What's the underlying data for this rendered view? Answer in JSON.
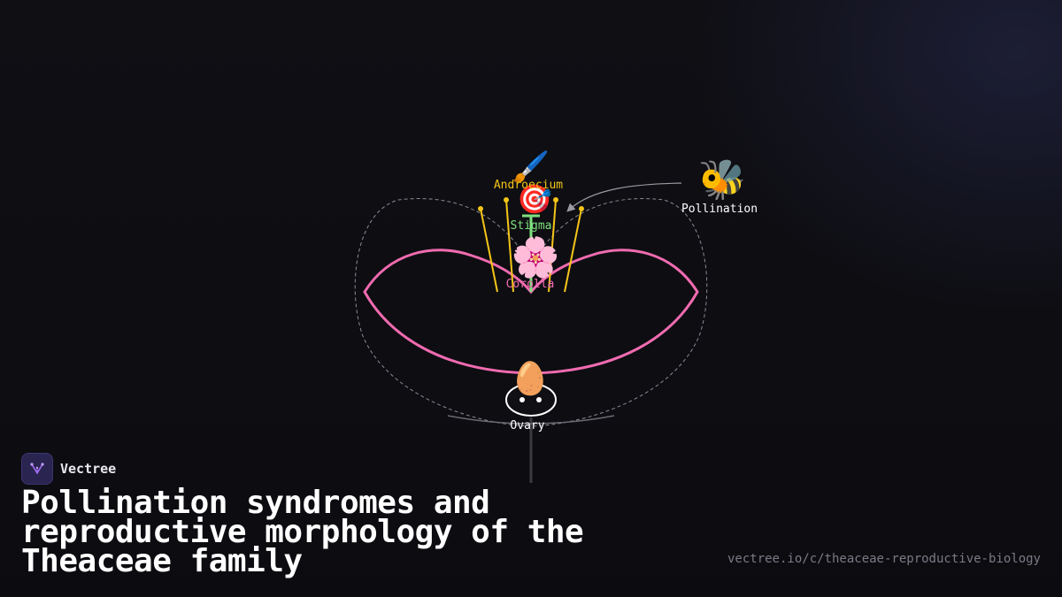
{
  "brand": {
    "name": "Vectree"
  },
  "title": "Pollination syndromes and reproductive morphology of the Theaceae family",
  "url": "vectree.io/c/theaceae-reproductive-biology",
  "diagram": {
    "androecium": {
      "label": "Androecium",
      "icon": "paintbrush-icon"
    },
    "stigma": {
      "label": "Stigma",
      "icon": "target-icon"
    },
    "corolla": {
      "label": "Corolla",
      "icon": "blossom-icon"
    },
    "ovary": {
      "label": "Ovary",
      "icon": "egg-icon"
    },
    "pollination": {
      "label": "Pollination",
      "icon": "bee-icon"
    }
  },
  "colors": {
    "corolla": "#f06bb0",
    "androecium": "#f5c518",
    "stigma": "#7ee07e",
    "ovary": "#ffffff",
    "background": "#0f0f14"
  }
}
